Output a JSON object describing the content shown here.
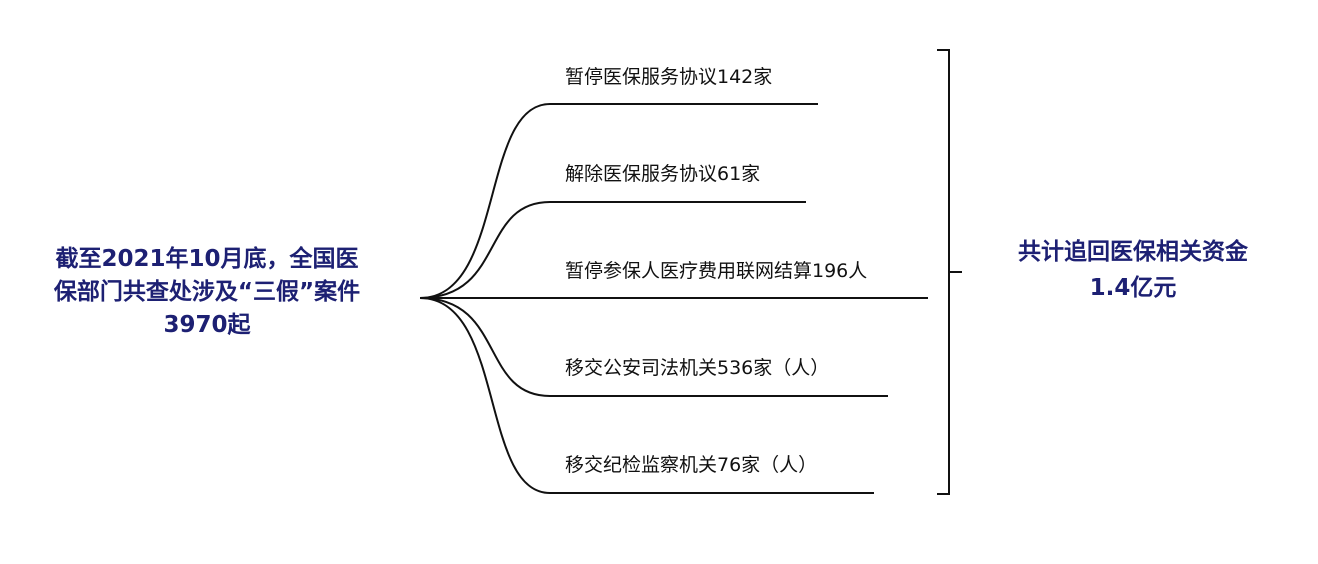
{
  "root": {
    "text": "截至2021年10月底，全国医\n保部门共查处涉及“三假”案件\n3970起"
  },
  "branches": [
    {
      "label": "暂停医保服务协议142家"
    },
    {
      "label": "解除医保服务协议61家"
    },
    {
      "label": "暂停参保人医疗费用联网结算196人"
    },
    {
      "label": "移交公安司法机关536家（人）"
    },
    {
      "label": "移交纪检监察机关76家（人）"
    }
  ],
  "summary": {
    "text": "共计追回医保相关资金\n1.4亿元"
  },
  "colors": {
    "accent": "#1d2073",
    "line": "#111111"
  }
}
